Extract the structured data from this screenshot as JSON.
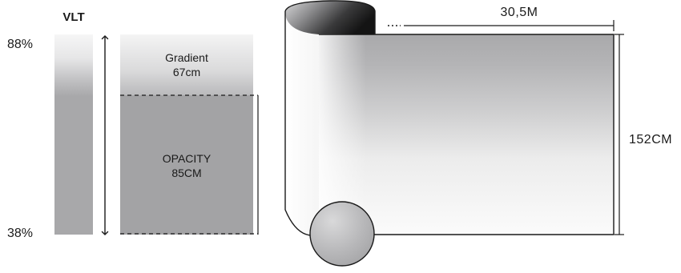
{
  "vlt": {
    "title": "VLT",
    "top_value": "88%",
    "bottom_value": "38%"
  },
  "panel": {
    "gradient_label": "Gradient",
    "gradient_size": "67cm",
    "opacity_label": "OPACITY",
    "opacity_size": "85CM"
  },
  "roll": {
    "length_label": "30,5M",
    "height_label": "152CM"
  },
  "colors": {
    "gray_band": "#a8a8aa",
    "dark_band": "#a3a3a5",
    "light_top": "#f4f4f4",
    "line": "#1a1a1a"
  }
}
